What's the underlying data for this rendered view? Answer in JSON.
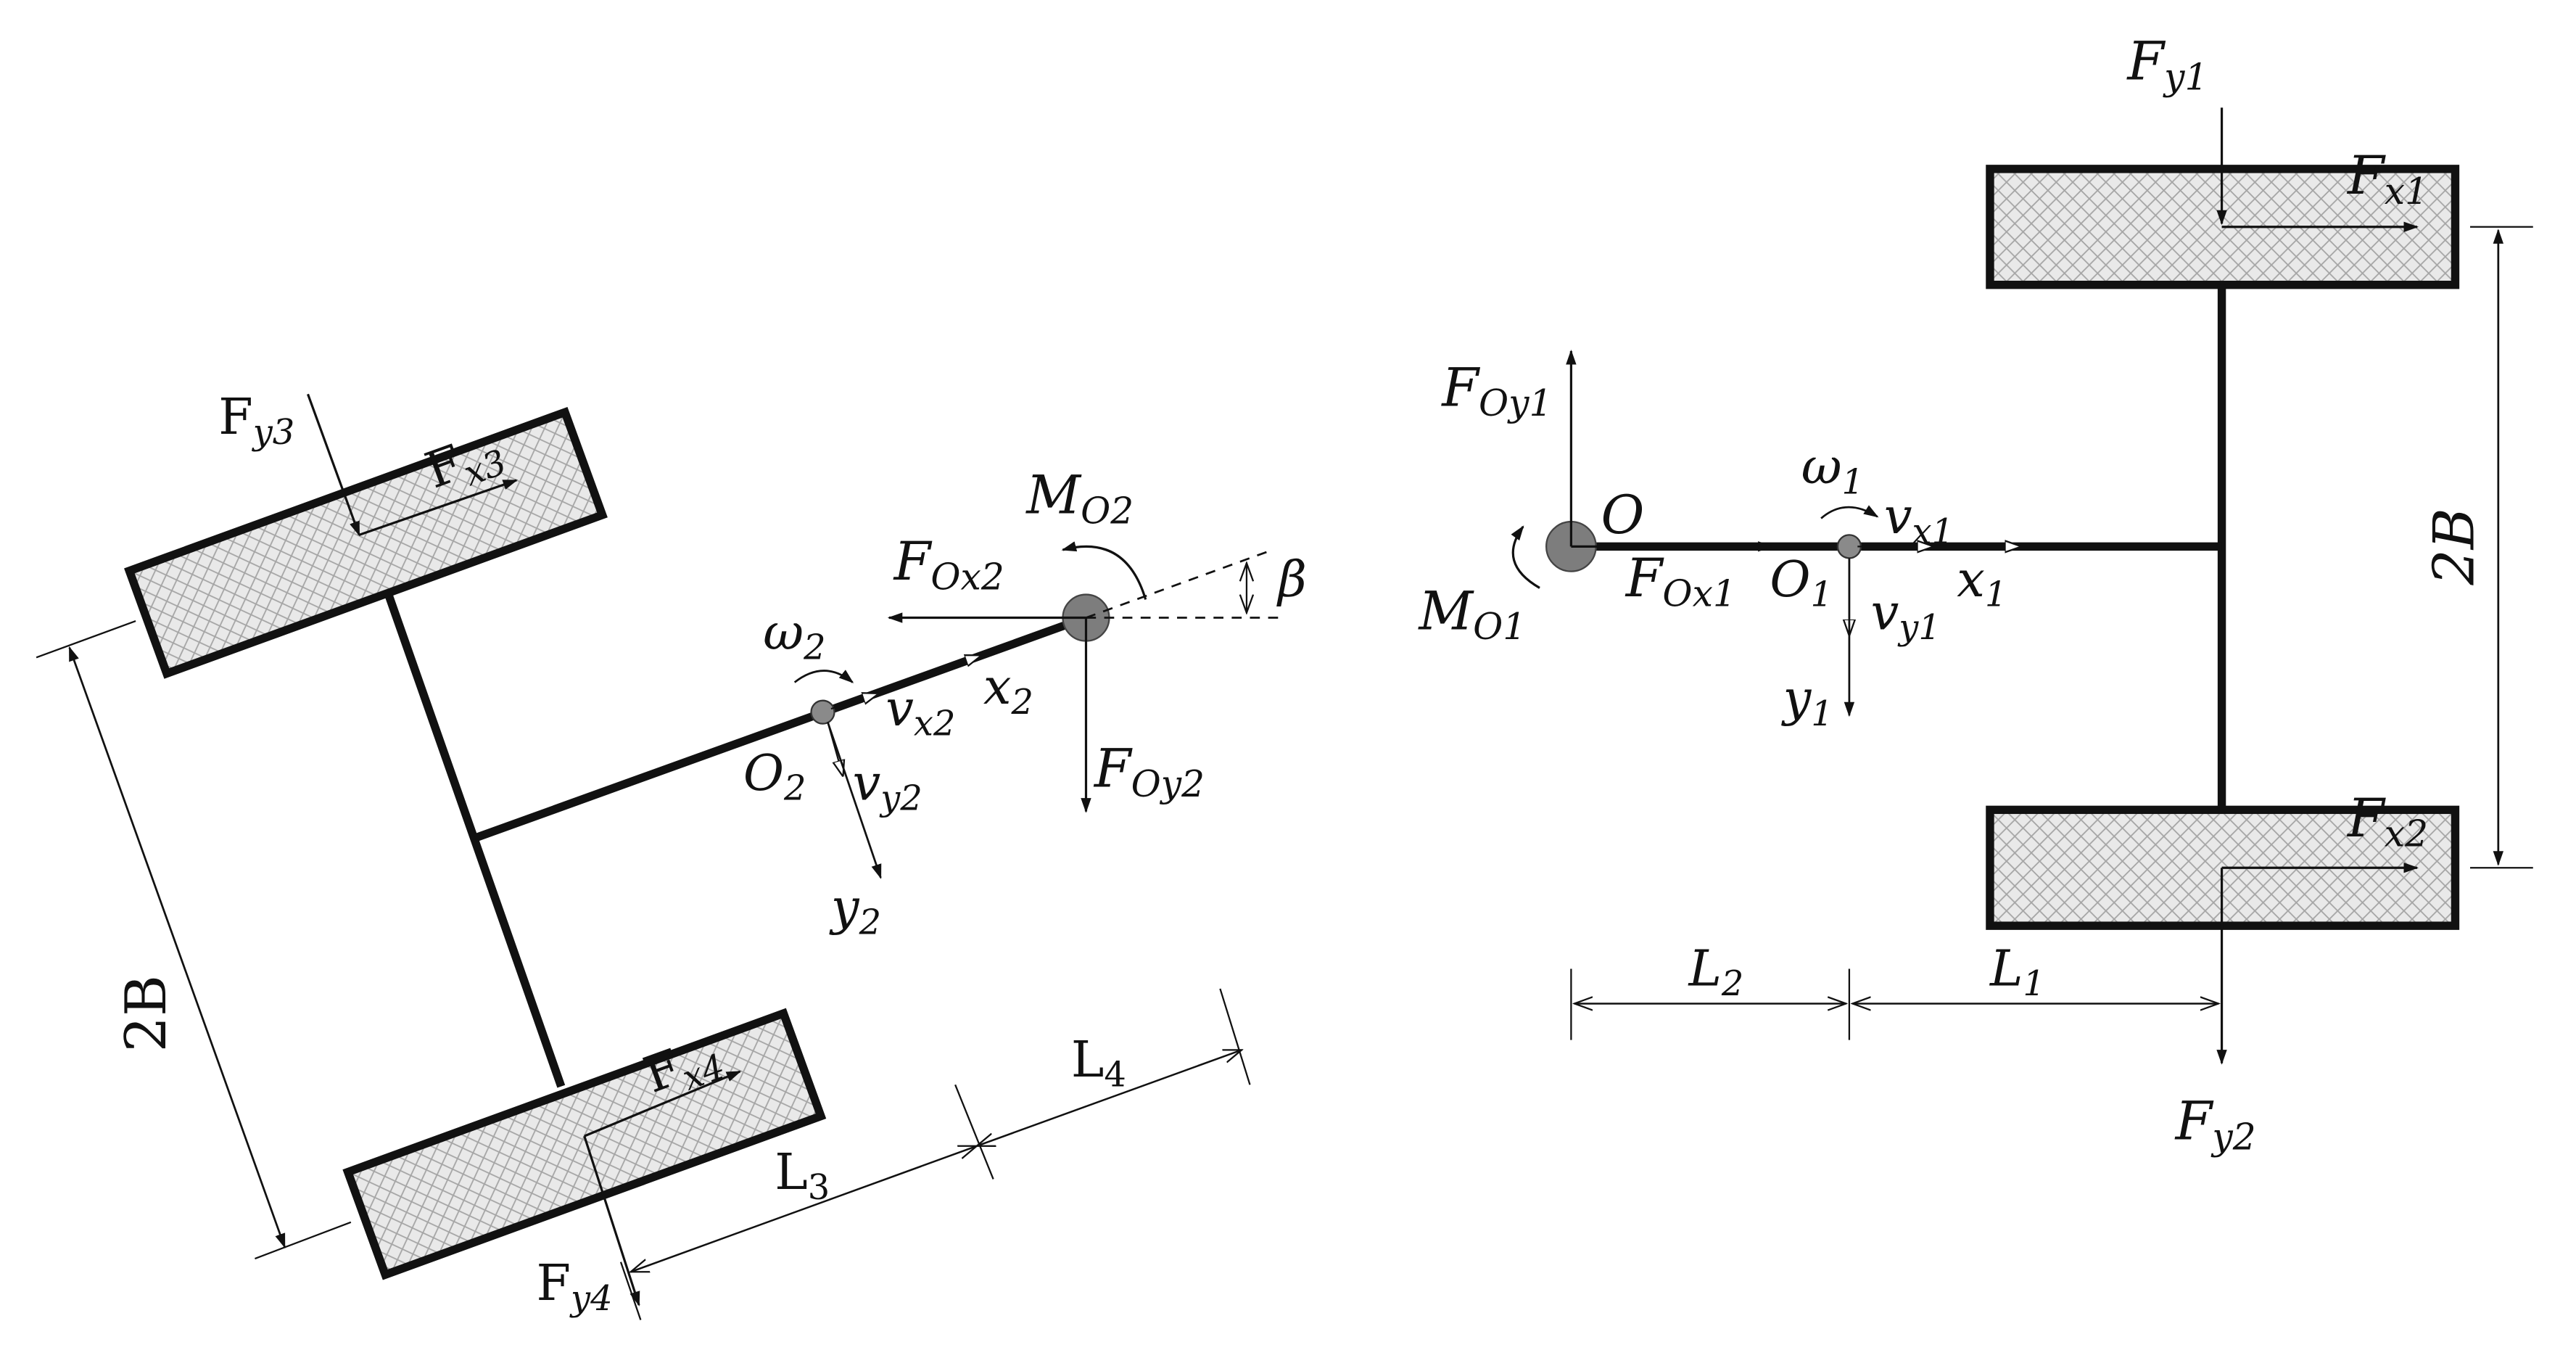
{
  "colors": {
    "stroke": "#111111",
    "wheel_fill": "#e6e6e6",
    "hatch": "#9a9a9a",
    "joint_big": "#7d7d7d",
    "joint_small": "#8a8a8a"
  },
  "left": {
    "wheels": {
      "fx3": {
        "base": "F",
        "sub": "x3"
      },
      "fy3": {
        "base": "F",
        "sub": "y3"
      },
      "fx4": {
        "base": "F",
        "sub": "x4"
      },
      "fy4": {
        "base": "F",
        "sub": "y4"
      }
    },
    "forces": {
      "fox2": {
        "base": "F",
        "sub": "Ox2"
      },
      "foy2": {
        "base": "F",
        "sub": "Oy2"
      },
      "mo2": {
        "base": "M",
        "sub": "O2"
      }
    },
    "kinematics": {
      "omega2": {
        "base": "ω",
        "sub": "2"
      },
      "vx2": {
        "base": "v",
        "sub": "x2"
      },
      "vy2": {
        "base": "v",
        "sub": "y2"
      },
      "x2": {
        "base": "x",
        "sub": "2"
      },
      "y2": {
        "base": "y",
        "sub": "2"
      },
      "o2": {
        "base": "O",
        "sub": "2"
      }
    },
    "angle": "β",
    "dims": {
      "track": "2B",
      "l3": {
        "base": "L",
        "sub": "3"
      },
      "l4": {
        "base": "L",
        "sub": "4"
      }
    }
  },
  "right": {
    "wheels": {
      "fx1": {
        "base": "F",
        "sub": "x1"
      },
      "fy1": {
        "base": "F",
        "sub": "y1"
      },
      "fx2": {
        "base": "F",
        "sub": "x2"
      },
      "fy2": {
        "base": "F",
        "sub": "y2"
      }
    },
    "forces": {
      "foy1": {
        "base": "F",
        "sub": "Oy1"
      },
      "fox1": {
        "base": "F",
        "sub": "Ox1"
      },
      "mo1": {
        "base": "M",
        "sub": "O1"
      },
      "o": "O"
    },
    "kinematics": {
      "omega1": {
        "base": "ω",
        "sub": "1"
      },
      "vx1": {
        "base": "v",
        "sub": "x1"
      },
      "vy1": {
        "base": "v",
        "sub": "y1"
      },
      "x1": {
        "base": "x",
        "sub": "1"
      },
      "y1": {
        "base": "y",
        "sub": "1"
      },
      "o1": {
        "base": "O",
        "sub": "1"
      }
    },
    "dims": {
      "track": "2B",
      "l1": {
        "base": "L",
        "sub": "1"
      },
      "l2": {
        "base": "L",
        "sub": "2"
      }
    }
  }
}
